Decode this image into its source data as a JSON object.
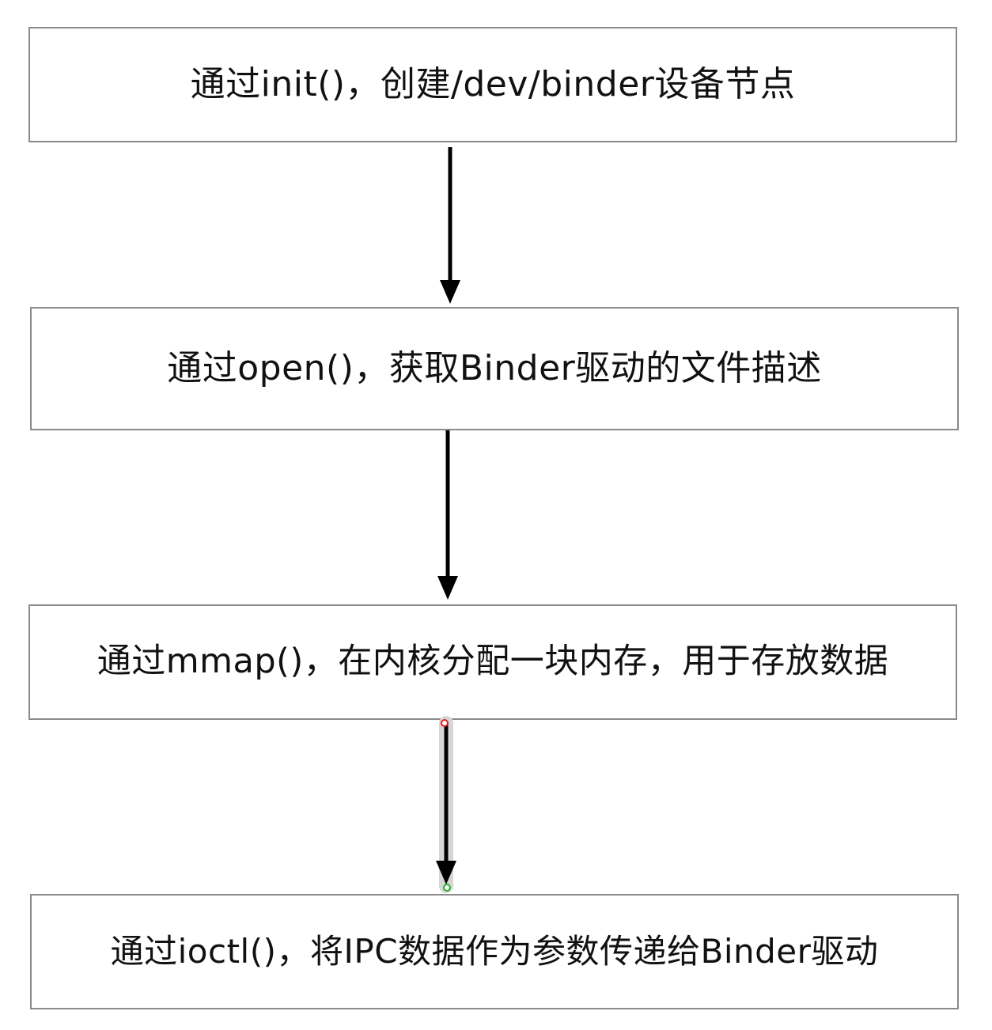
{
  "flow": {
    "steps": [
      {
        "label": "通过init()，创建/dev/binder设备节点"
      },
      {
        "label": "通过open()，获取Binder驱动的文件描述"
      },
      {
        "label": "通过mmap()，在内核分配一块内存，用于存放数据"
      },
      {
        "label": "通过ioctl()，将IPC数据作为参数传递给Binder驱动"
      }
    ]
  },
  "colors": {
    "box_border": "#8a8a8a",
    "arrow": "#000000",
    "selection_halo": "#d6d6d6",
    "handle_start": "#e02020",
    "handle_end": "#22b022"
  }
}
